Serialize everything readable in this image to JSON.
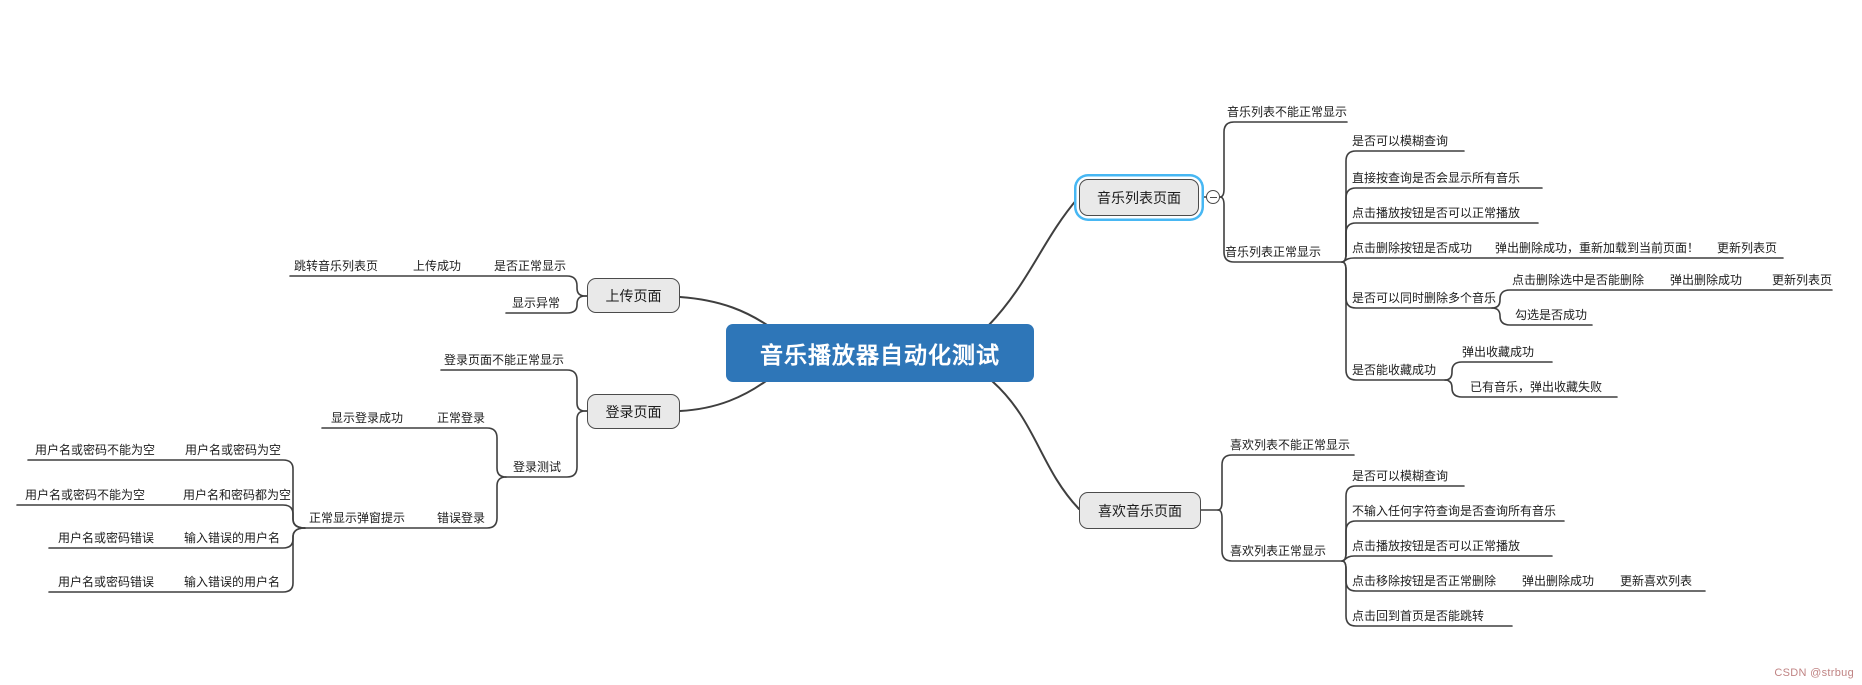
{
  "page": {
    "background": "#ffffff"
  },
  "watermark": {
    "text": "CSDN @strbug",
    "color": "#c08484"
  },
  "colors": {
    "center_bg": "#2e76b8",
    "center_text": "#ffffff",
    "node_bg": "#e9e9e9",
    "node_border": "#4b4b4b",
    "selection": "#47b7f3",
    "line": "#3f3f3f",
    "text": "#1c1c1c"
  },
  "map": {
    "center": {
      "label": "音乐播放器自动化测试"
    },
    "upload": {
      "node": "上传页面",
      "normal_chain": [
        "跳转音乐列表页",
        "上传成功",
        "是否正常显示"
      ],
      "abnormal": "显示异常"
    },
    "login": {
      "node": "登录页面",
      "not_display": "登录页面不能正常显示",
      "test": "登录测试",
      "normal": {
        "result": "显示登录成功",
        "label": "正常登录"
      },
      "error": {
        "result": "正常显示弹窗提示",
        "label": "错误登录",
        "cases": [
          {
            "hint": "用户名或密码不能为空",
            "input": "用户名或密码为空"
          },
          {
            "hint": "用户名或密码不能为空",
            "input": "用户名和密码都为空"
          },
          {
            "hint": "用户名或密码错误",
            "input": "输入错误的用户名"
          },
          {
            "hint": "用户名或密码错误",
            "input": "输入错误的用户名"
          }
        ]
      }
    },
    "music_list": {
      "node": "音乐列表页面",
      "not_display": "音乐列表不能正常显示",
      "display": "音乐列表正常显示",
      "checks": {
        "fuzzy": "是否可以模糊查询",
        "query_all": "直接按查询是否会显示所有音乐",
        "play": "点击播放按钮是否可以正常播放",
        "delete": "点击删除按钮是否成功",
        "delete_popup": "弹出删除成功，重新加载到当前页面！",
        "delete_update": "更新列表页",
        "multi_delete": "是否可以同时删除多个音乐",
        "multi_click": "点击删除选中是否能删除",
        "multi_popup": "弹出删除成功",
        "multi_update": "更新列表页",
        "multi_check": "勾选是否成功",
        "favorite": "是否能收藏成功",
        "favorite_popup": "弹出收藏成功",
        "favorite_fail": "已有音乐，弹出收藏失败"
      }
    },
    "favorite_page": {
      "node": "喜欢音乐页面",
      "not_display": "喜欢列表不能正常显示",
      "display": "喜欢列表正常显示",
      "checks": {
        "fuzzy": "是否可以模糊查询",
        "query_all": "不输入任何字符查询是否查询所有音乐",
        "play": "点击播放按钮是否可以正常播放",
        "remove": "点击移除按钮是否正常删除",
        "remove_popup": "弹出删除成功",
        "remove_update": "更新喜欢列表",
        "home": "点击回到首页是否能跳转"
      }
    }
  }
}
